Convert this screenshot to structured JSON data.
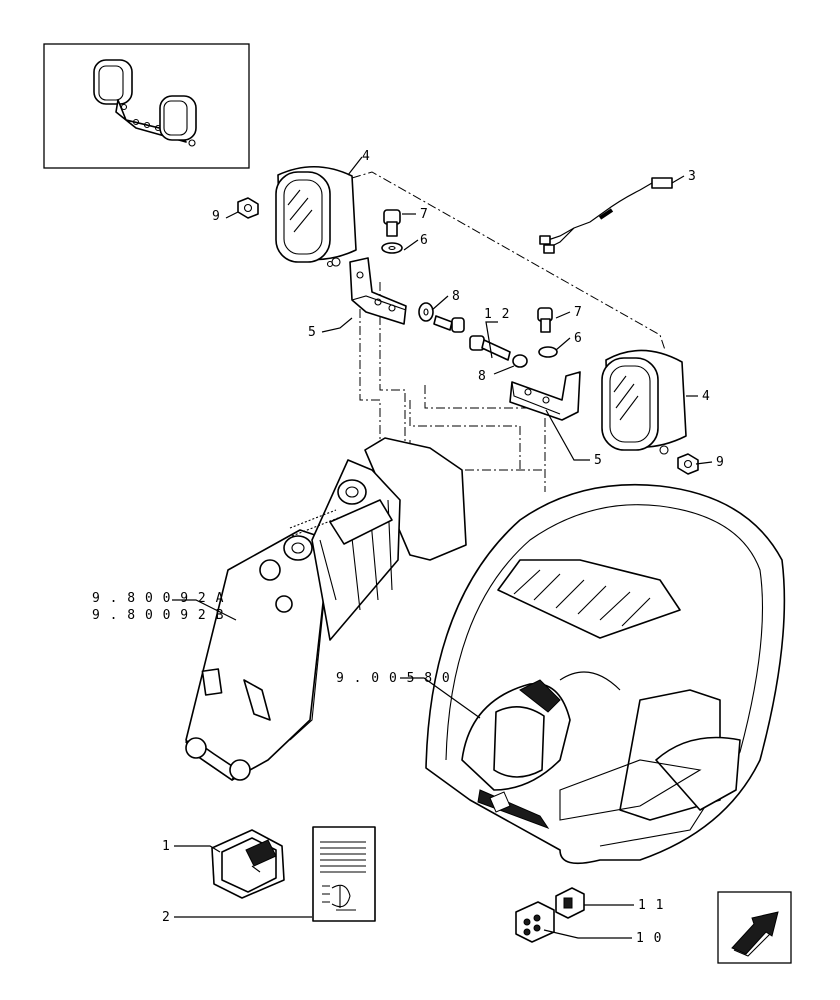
{
  "callouts": [
    {
      "id": "c4a",
      "text": "4"
    },
    {
      "id": "c9a",
      "text": "9"
    },
    {
      "id": "c7a",
      "text": "7"
    },
    {
      "id": "c6a",
      "text": "6"
    },
    {
      "id": "c3",
      "text": "3"
    },
    {
      "id": "c8a",
      "text": "8"
    },
    {
      "id": "c12",
      "text": "1 2"
    },
    {
      "id": "c5a",
      "text": "5"
    },
    {
      "id": "c7b",
      "text": "7"
    },
    {
      "id": "c6b",
      "text": "6"
    },
    {
      "id": "c8b",
      "text": "8"
    },
    {
      "id": "c4b",
      "text": "4"
    },
    {
      "id": "c5b",
      "text": "5"
    },
    {
      "id": "c9b",
      "text": "9"
    },
    {
      "id": "cref1",
      "text": "9 . 8 0 0 9 2 A"
    },
    {
      "id": "cref2",
      "text": "9 . 8 0 0 9 2 B"
    },
    {
      "id": "cref3",
      "text": "9 . 0 0 5 8 0"
    },
    {
      "id": "c1",
      "text": "1"
    },
    {
      "id": "c2",
      "text": "2"
    },
    {
      "id": "c11",
      "text": "1 1"
    },
    {
      "id": "c10",
      "text": "1 0"
    }
  ]
}
